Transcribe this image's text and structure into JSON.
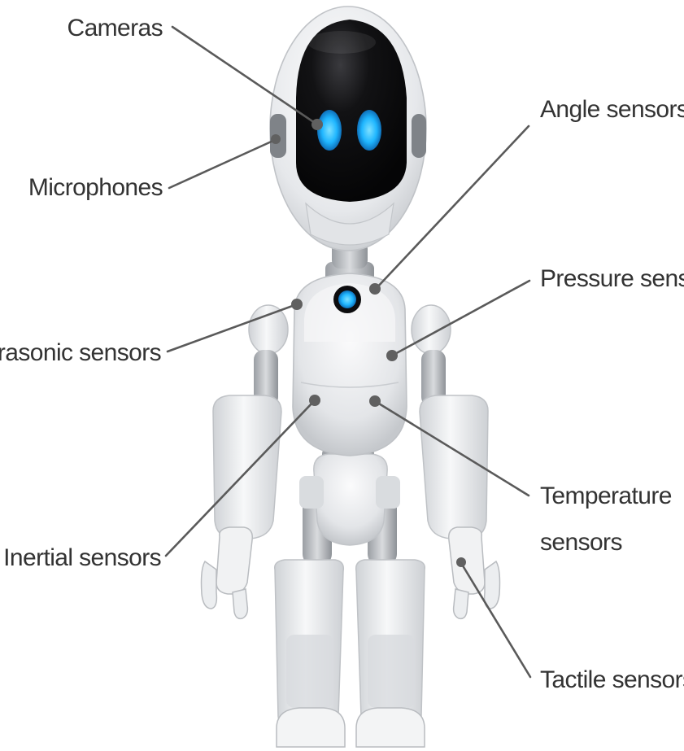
{
  "colors": {
    "eye_glow": "#1fb6ff",
    "visor": "#0b0b0d",
    "body": "#e9ebee",
    "leader": "#5a5a5a",
    "label": "#333333"
  },
  "labels": {
    "cameras": "Cameras",
    "microphones": "Microphones",
    "angle_sensors": "Angle sensors",
    "pressure_sensors": "Pressure sensors",
    "ultrasonic_sensors": "Ultrasonic sensors",
    "temperature_sensors_line1": "Temperature",
    "temperature_sensors_line2": "sensors",
    "inertial_sensors": "Inertial sensors",
    "tactile_sensors": "Tactile sensors"
  }
}
